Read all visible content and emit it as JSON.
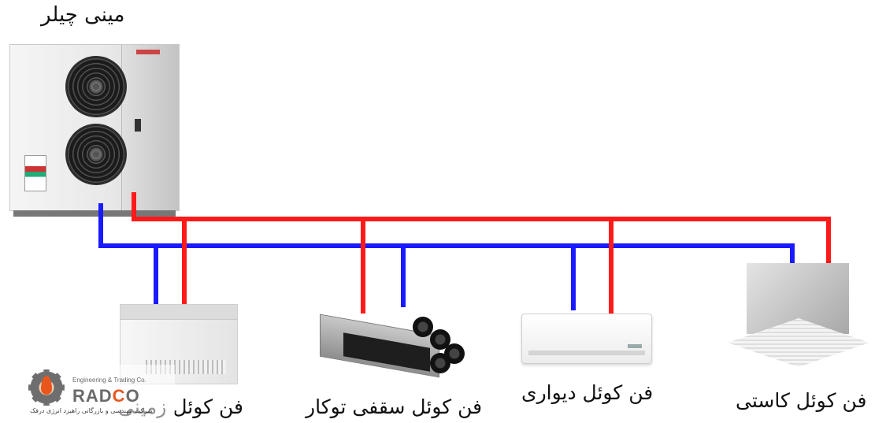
{
  "title": "مینی چیلر",
  "units": [
    {
      "label": "فن کوئل زمینی"
    },
    {
      "label": "فن کوئل سقفی توکار"
    },
    {
      "label": "فن کوئل دیواری"
    },
    {
      "label": "فن کوئل کاستی"
    }
  ],
  "pipes": {
    "supply_color": "#ff1a1a",
    "return_color": "#1a1aff"
  },
  "logo": {
    "english": "Engineering & Trading Co.",
    "name_pre": "RAD",
    "name_o": "C",
    "name_post": "O",
    "persian": "شرکت مهندسی و بازرگانی راهبرد انرژی درفک"
  }
}
